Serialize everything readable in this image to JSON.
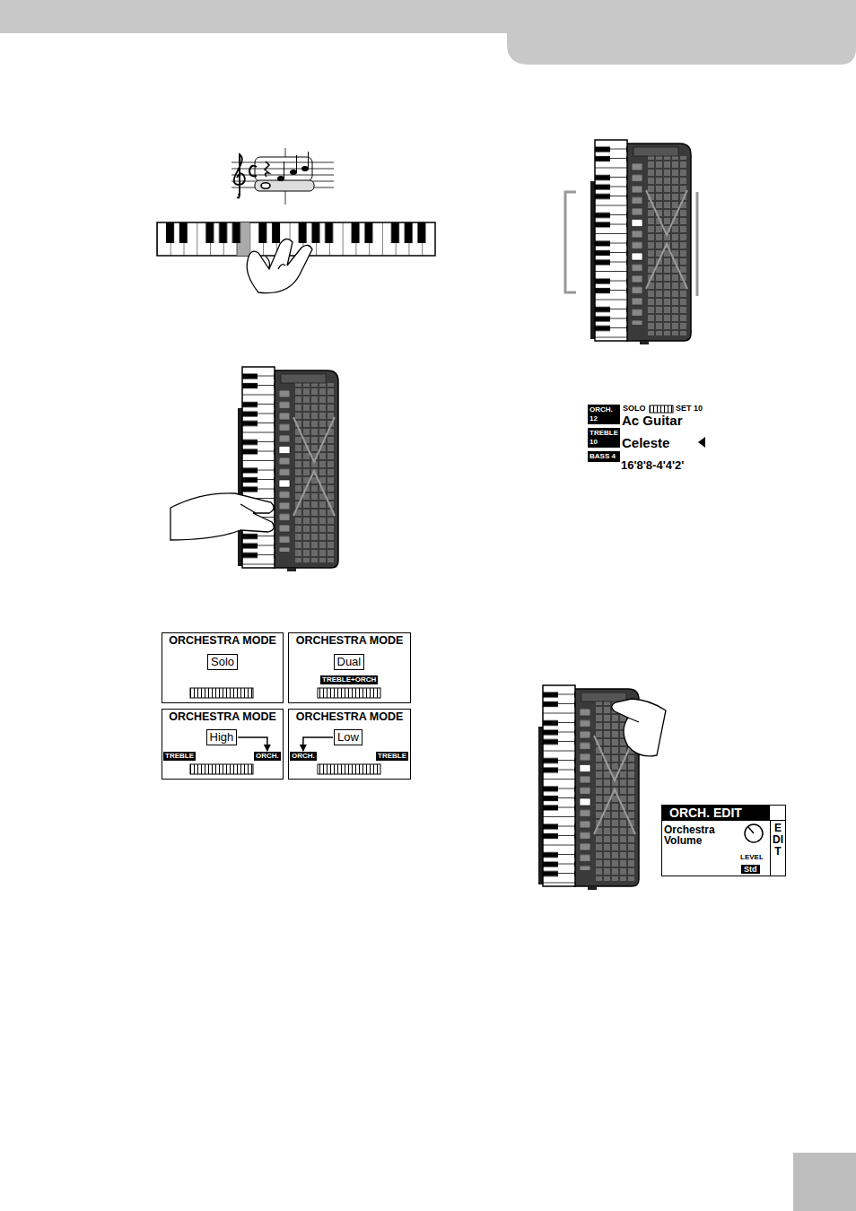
{
  "diagram": {
    "nodes": [
      {
        "text": [
          "ORCHESTRA MODE"
        ]
      },
      {
        "text": [
          "Solo"
        ],
        "in": 0
      },
      {
        "text": [
          "ORCHESTRA MODE"
        ]
      },
      {
        "text": [
          "Dual"
        ],
        "in": 2
      },
      {
        "text": [
          "TREBLE+ORCH"
        ],
        "in": 2
      },
      {
        "text": [
          "ORCHESTRA MODE"
        ]
      },
      {
        "text": [
          "High"
        ],
        "in": 5
      },
      {
        "text": [
          "TREBLE"
        ],
        "in": 5
      },
      {
        "text": [
          "ORCH."
        ],
        "in": 5
      },
      {
        "text": [
          "ORCHESTRA MODE"
        ]
      },
      {
        "text": [
          "Low"
        ],
        "in": 9
      },
      {
        "text": [
          "ORCH."
        ],
        "in": 9
      },
      {
        "text": [
          "TREBLE"
        ],
        "in": 9
      },
      {
        "text": [
          "ORCH. 12"
        ]
      },
      {
        "text": [
          "TREBLE 10"
        ]
      },
      {
        "text": [
          "BASS 4"
        ]
      },
      {
        "text": [
          "ORCH. EDIT",
          "Orchestra Volume"
        ]
      },
      {
        "text": [
          "Std"
        ],
        "in": 16
      }
    ],
    "edges": [
      {
        "from": 6,
        "to": 8,
        "arrow": "to"
      },
      {
        "from": 10,
        "to": 11,
        "arrow": "to"
      }
    ],
    "labels": [
      "SOLO",
      "SET 10",
      "Ac Guitar",
      "Celeste",
      "16'8'8-4'4'2'",
      "LEVEL",
      "EDIT"
    ]
  }
}
